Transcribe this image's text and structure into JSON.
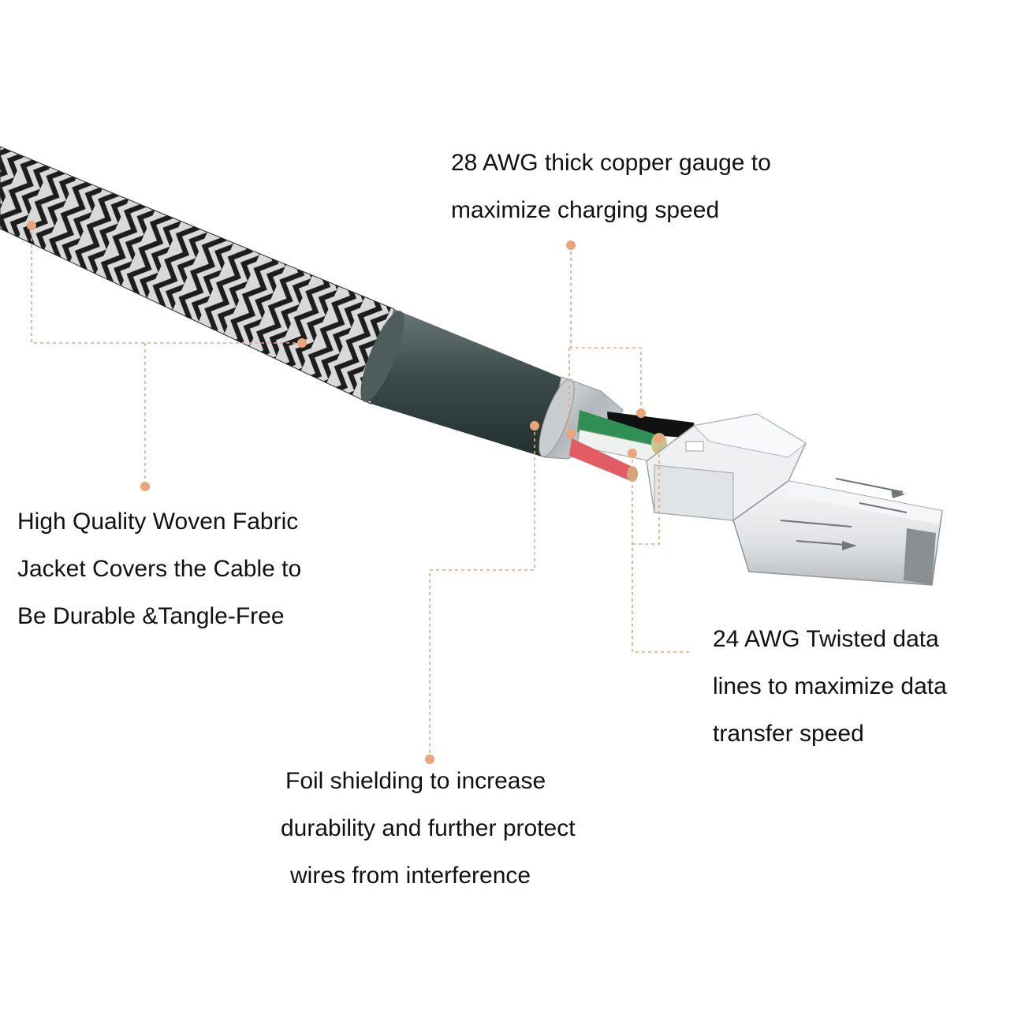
{
  "colors": {
    "leader": "#e8a777",
    "dot": "#eba57a",
    "braid_dark": "#1d1d1d",
    "braid_light": "#d9d9d9",
    "jacket": "#3b4a4a",
    "foil": "#bfc3c6",
    "wire_green": "#2f8f55",
    "wire_white": "#eef2ee",
    "wire_red": "#e25c66",
    "wire_black": "#111111",
    "connector": "#e6e8ea",
    "text": "#111111"
  },
  "callouts": {
    "fabric": {
      "lines": [
        "High Quality Woven Fabric",
        "Jacket Covers the Cable to",
        "Be Durable &Tangle-Free"
      ]
    },
    "copper": {
      "lines": [
        "28 AWG thick copper gauge to",
        "maximize charging speed"
      ]
    },
    "data": {
      "lines": [
        "24 AWG Twisted data",
        "lines to maximize data",
        "transfer speed"
      ]
    },
    "foil": {
      "lines": [
        "Foil shielding to increase",
        "durability and further protect",
        "wires from interference"
      ]
    }
  },
  "icons": {
    "cable": "braided-usb-cable-icon",
    "connector": "micro-usb-connector-icon"
  }
}
